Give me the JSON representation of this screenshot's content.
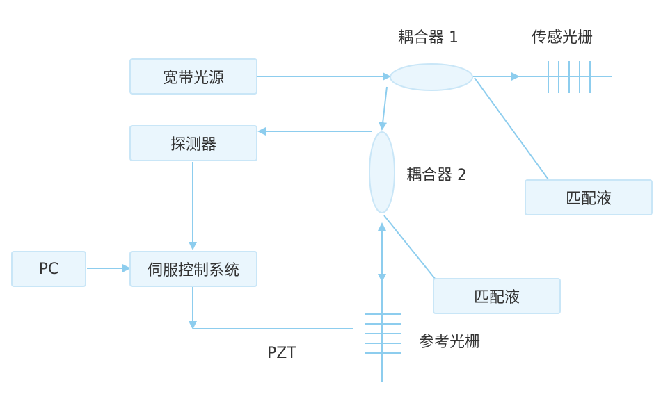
{
  "colors": {
    "line": "#8dcdee",
    "box_fill": "#eaf6fd",
    "box_border": "#c9e6f7",
    "text": "#333333"
  },
  "nodes": {
    "broadband_source": "宽带光源",
    "detector": "探测器",
    "pc": "PC",
    "servo_control": "伺服控制系统",
    "matching_fluid_1": "匹配液",
    "matching_fluid_2": "匹配液"
  },
  "labels": {
    "coupler_1": "耦合器 1",
    "coupler_2": "耦合器 2",
    "sensing_grating": "传感光栅",
    "reference_grating": "参考光栅",
    "pzt": "PZT"
  }
}
